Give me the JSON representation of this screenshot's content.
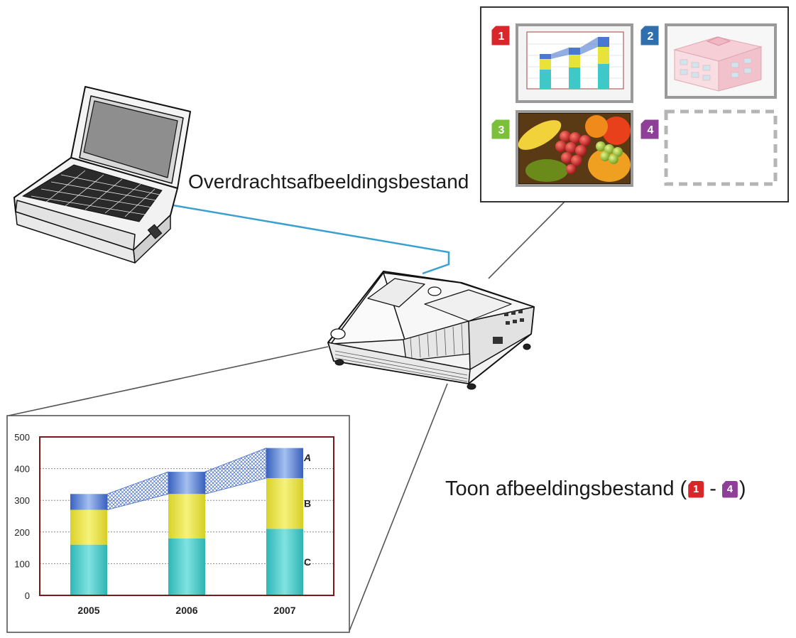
{
  "labels": {
    "transfer": "Overdrachtsafbeeldingsbestand",
    "display_prefix": "Toon afbeeldingsbestand (",
    "display_separator": "-",
    "display_suffix": ")"
  },
  "thumbnails": [
    {
      "number": "1",
      "color": "#d9262b",
      "content": "chart-thumbnail"
    },
    {
      "number": "2",
      "color": "#2f6fae",
      "content": "building-thumbnail"
    },
    {
      "number": "3",
      "color": "#7bbf3a",
      "content": "fruit-photo-thumbnail"
    },
    {
      "number": "4",
      "color": "#8e3f97",
      "content": "empty-slot"
    }
  ],
  "colors": {
    "cable": "#3aa0d0",
    "segment_c": "#3ec8c8",
    "segment_b": "#e8e23a",
    "segment_a": "#4a78d0",
    "plot_frame": "#7a1a1a"
  },
  "chart_data": {
    "type": "bar",
    "stacked": true,
    "categories": [
      "2005",
      "2006",
      "2007"
    ],
    "series": [
      {
        "name": "C",
        "values": [
          160,
          180,
          210
        ]
      },
      {
        "name": "B",
        "values": [
          110,
          140,
          160
        ]
      },
      {
        "name": "A",
        "values": [
          50,
          70,
          95
        ]
      }
    ],
    "yticks": [
      0,
      100,
      200,
      300,
      400,
      500
    ],
    "ylim": [
      0,
      500
    ],
    "grid": true,
    "legend": "inline-right"
  }
}
